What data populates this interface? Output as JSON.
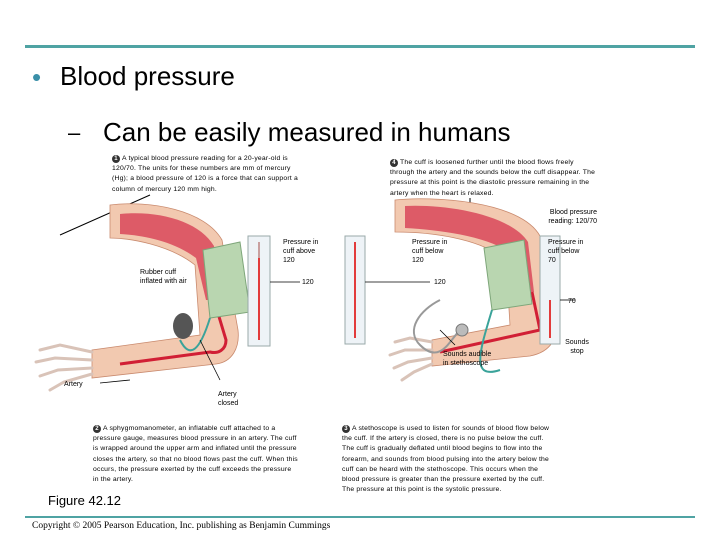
{
  "slide": {
    "bullet": "•",
    "title": "Blood pressure",
    "dash": "–",
    "subtitle": "Can be easily measured in humans"
  },
  "steps": [
    {
      "num": "1",
      "text": "A typical blood pressure reading for a 20-year-old is 120/70. The units for these numbers are mm of mercury (Hg); a blood pressure of 120 is a force that can support a column of mercury 120 mm high."
    },
    {
      "num": "2",
      "text": "A sphygmomanometer, an inflatable cuff attached to a pressure gauge, measures blood pressure in an artery. The cuff is wrapped around the upper arm and inflated until the pressure closes the artery, so that no blood flows past the cuff. When this occurs, the pressure exerted by the cuff exceeds the pressure in the artery."
    },
    {
      "num": "3",
      "text": "A stethoscope is used to listen for sounds of blood flow below the cuff. If the artery is closed, there is no pulse below the cuff. The cuff is gradually deflated until blood begins to flow into the forearm, and sounds from blood pulsing into the artery below the cuff can be heard with the stethoscope. This occurs when the blood pressure is greater than the pressure exerted by the cuff. The pressure at this point is the systolic pressure."
    },
    {
      "num": "4",
      "text": "The cuff is loosened further until the blood flows freely through the artery and the sounds below the cuff disappear. The pressure at this point is the diastolic pressure remaining in the artery when the heart is relaxed."
    }
  ],
  "labels": {
    "reading": "Blood pressure reading: 120/70",
    "above120": "Pressure in cuff above 120",
    "below120": "Pressure in cuff below 120",
    "below70": "Pressure in cuff below 70",
    "rubber_cuff": "Rubber cuff inflated with air",
    "gauge1": "120",
    "gauge2": "120",
    "gauge3": "70",
    "sounds_audible": "Sounds audible in stethoscope",
    "sounds_stop": "Sounds stop",
    "artery": "Artery",
    "artery_closed": "Artery closed"
  },
  "figure_label": "Figure 42.12",
  "copyright": "Copyright © 2005 Pearson Education, Inc. publishing as Benjamin Cummings",
  "colors": {
    "accent_rule": "#4fa3a3",
    "bullet": "#3a8fa8",
    "skin": "#f2c9b0",
    "muscle": "#d9485a",
    "artery": "#d11f35",
    "cuff": "#b9d6b0",
    "tube": "#3aa39a"
  }
}
